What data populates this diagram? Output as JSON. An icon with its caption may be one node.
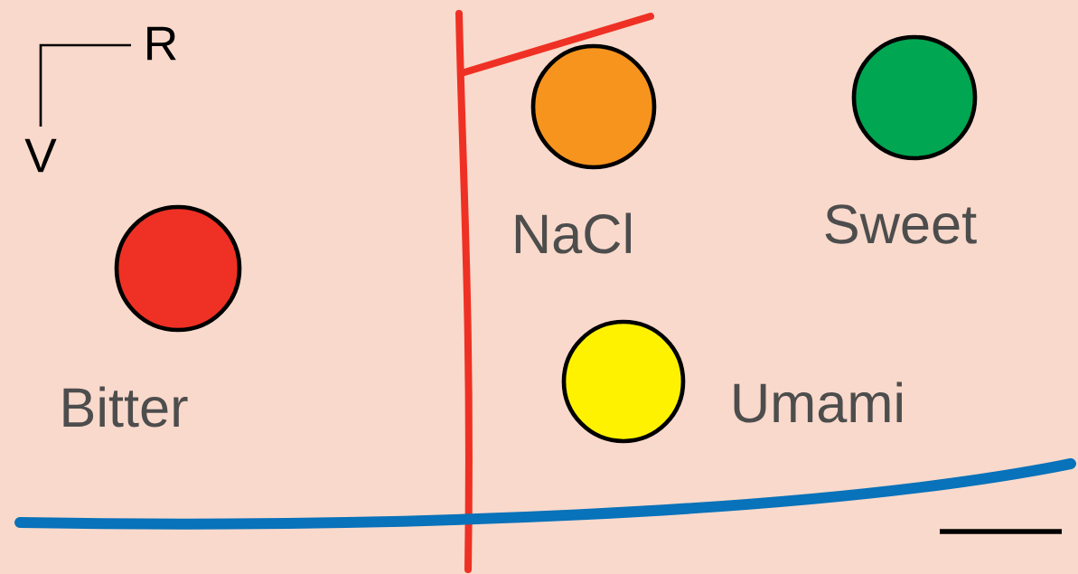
{
  "diagram": {
    "nodes": [
      {
        "text": [],
        "shape": "circle",
        "beside": [
          "Bitter"
        ]
      },
      {
        "text": [],
        "shape": "circle",
        "beside": [
          "NaCl"
        ]
      },
      {
        "text": [],
        "shape": "circle",
        "beside": [
          "Sweet"
        ]
      },
      {
        "text": [],
        "shape": "circle",
        "beside": [
          "Umami"
        ]
      }
    ],
    "labels": [
      "R",
      "V"
    ]
  }
}
